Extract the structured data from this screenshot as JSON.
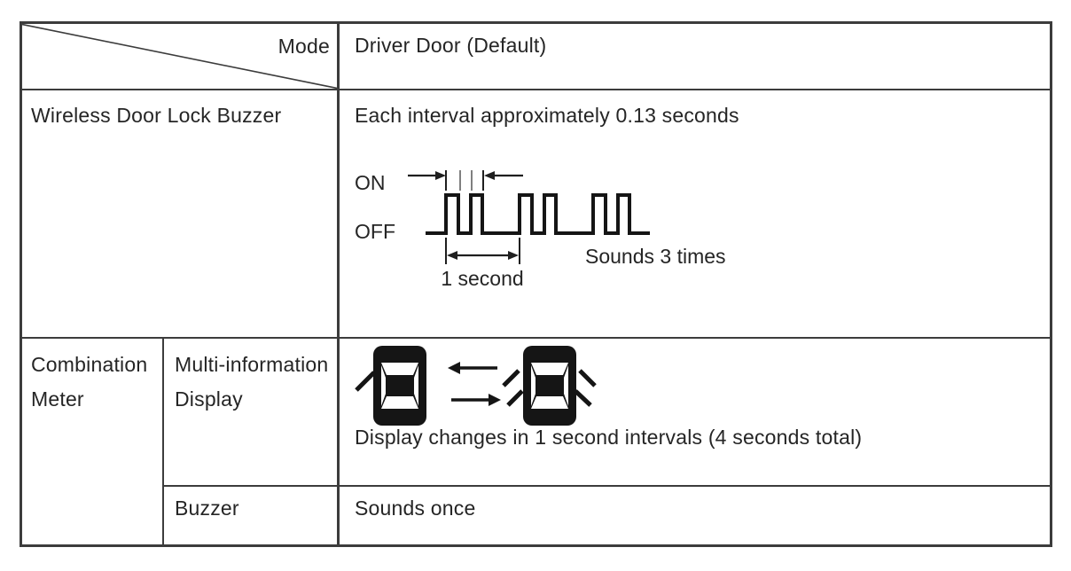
{
  "header": {
    "mode_label": "Mode",
    "mode_value": "Driver Door (Default)"
  },
  "row_buzzer": {
    "label": "Wireless Door Lock Buzzer",
    "description": "Each interval approximately 0.13 seconds",
    "waveform": {
      "on": "ON",
      "off": "OFF",
      "duration": "1 second",
      "note": "Sounds 3 times"
    }
  },
  "row_meter": {
    "group_line1": "Combination",
    "group_line2": "Meter",
    "display_row": {
      "label_line1": "Multi-information",
      "label_line2": "Display",
      "caption": "Display changes in 1 second intervals (4 seconds total)"
    },
    "buzzer_row": {
      "label": "Buzzer",
      "value": "Sounds once"
    }
  },
  "colors": {
    "grid_line": "#3c3c3c",
    "text": "#252525",
    "waveform": "#151515",
    "tick_gray": "#808080"
  }
}
